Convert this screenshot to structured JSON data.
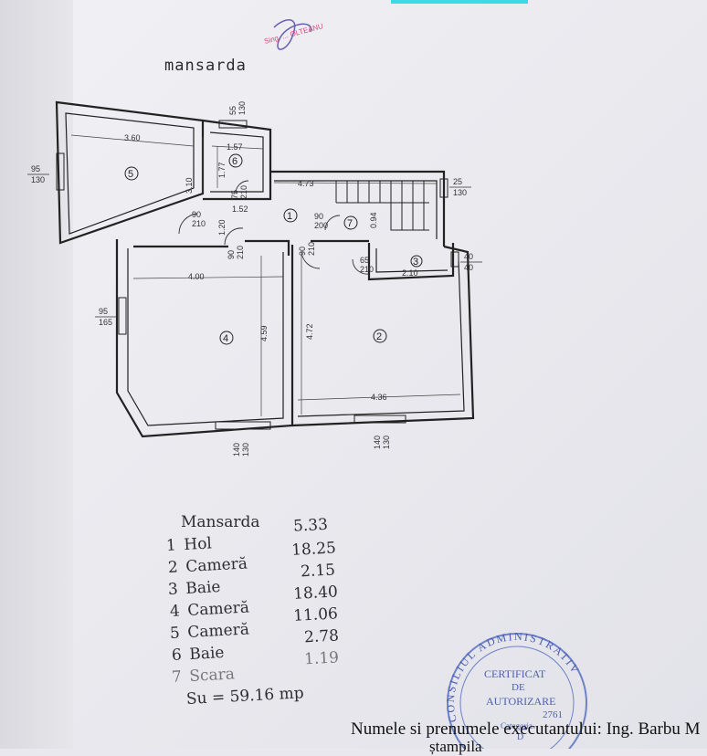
{
  "plan": {
    "title": "mansarda",
    "dimensions": {
      "d360": "3.60",
      "d157": "1.57",
      "d177": "1.77",
      "d310": "3.10",
      "d473": "4.73",
      "d152": "1.52",
      "d120": "1.20",
      "d094": "0.94",
      "d400": "4.00",
      "d459": "4.59",
      "d472": "4.72",
      "d436": "4.36",
      "d210w": "2.10"
    },
    "openings": {
      "w95_130": [
        "95",
        "130"
      ],
      "w55_130": [
        "55",
        "130"
      ],
      "w25_130": [
        "25",
        "130"
      ],
      "w95_165": [
        "95",
        "165"
      ],
      "w40_40": [
        "40",
        "40"
      ],
      "w140a": [
        "140",
        "130"
      ],
      "w140b": [
        "140",
        "130"
      ],
      "door90_210a": [
        "90",
        "210"
      ],
      "door75_210": [
        "75",
        "210"
      ],
      "door90_200": [
        "90",
        "200"
      ],
      "door90_210b": [
        "90",
        "210"
      ],
      "door90_210c": [
        "90",
        "210"
      ],
      "door65_210": [
        "65",
        "210"
      ]
    },
    "room_numbers": [
      "1",
      "2",
      "3",
      "4",
      "5",
      "6",
      "7"
    ]
  },
  "legend": {
    "heading": "Mansarda",
    "rows": [
      {
        "num": "1",
        "name": "Hol",
        "value": "5.33"
      },
      {
        "num": "2",
        "name": "Cameră",
        "value": "18.25"
      },
      {
        "num": "3",
        "name": "Baie",
        "value": "2.15"
      },
      {
        "num": "4",
        "name": "Cameră",
        "value": "18.40"
      },
      {
        "num": "5",
        "name": "Cameră",
        "value": "11.06"
      },
      {
        "num": "6",
        "name": "Baie",
        "value": "2.78"
      },
      {
        "num": "7",
        "name": "Scara",
        "value": "1.19"
      }
    ],
    "total": "Su = 59.16 mp"
  },
  "footer": {
    "line1": "Numele si prenumele executantului: Ing. Barbu M",
    "line2": "ștampila"
  },
  "stamp": {
    "arc_text": "CONSILIUL ADMINISTRATIV",
    "line1": "CERTIFICAT",
    "line2": "DE",
    "line3": "AUTORIZARE",
    "line4": "2761",
    "line5": "Categoria",
    "line6": "D"
  },
  "signature_text": "Sing. ... OLTEANU"
}
